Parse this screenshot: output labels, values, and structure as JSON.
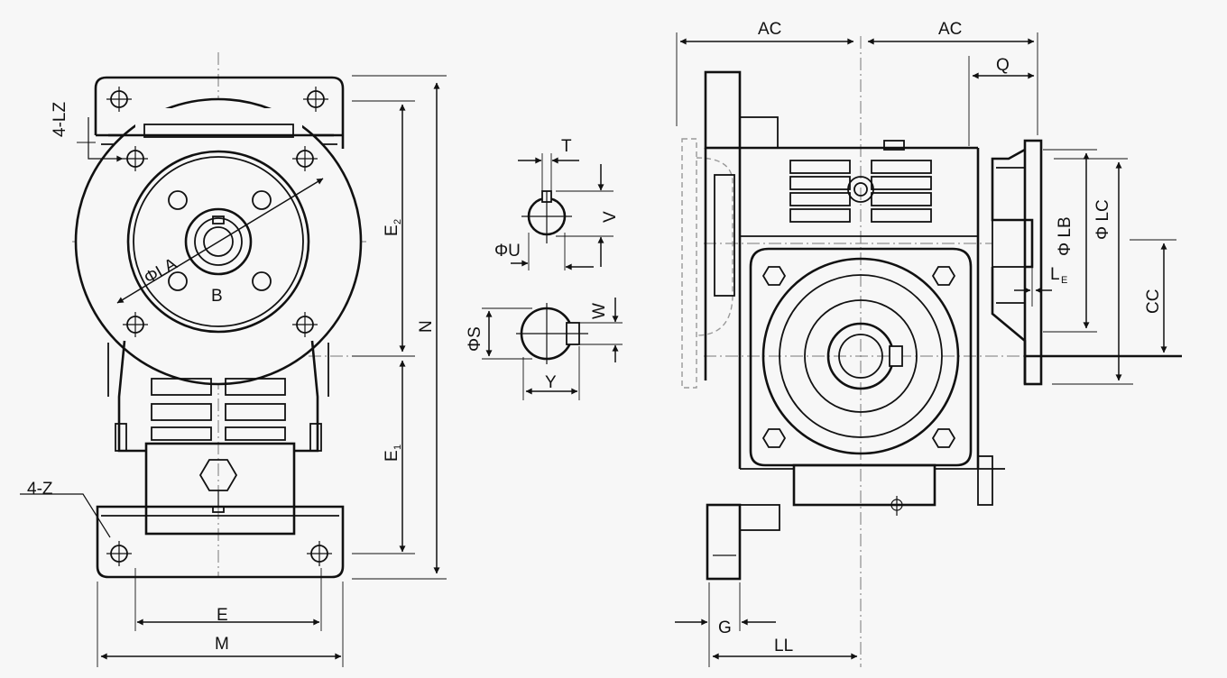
{
  "labels": {
    "lz": "4-LZ",
    "z": "4-Z",
    "la": "ΦLA",
    "b": "B",
    "e": "E",
    "m": "M",
    "n": "N",
    "e2": "E",
    "e2_sub": "2",
    "e1": "E",
    "e1_sub": "1",
    "t": "T",
    "v": "V",
    "u": "ΦU",
    "w": "W",
    "s": "ΦS",
    "y": "Y",
    "ac_left": "AC",
    "ac_right": "AC",
    "q": "Q",
    "lb": "Φ LB",
    "lc": "Φ LC",
    "le": "L",
    "le_sub": "E",
    "cc": "CC",
    "g": "G",
    "ll": "LL"
  }
}
